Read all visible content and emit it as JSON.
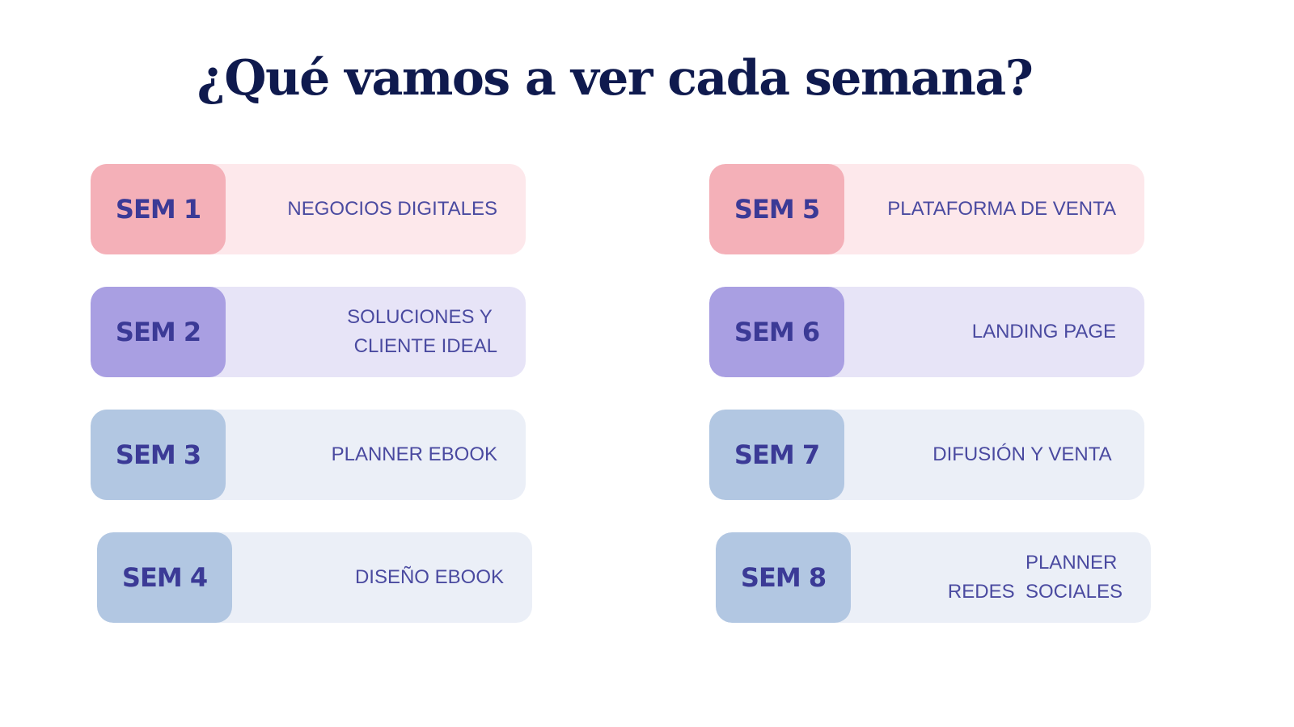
{
  "title": "¿Qué vamos a ver cada semana?",
  "weeks": [
    {
      "tag": "SEM 1",
      "lines": [
        "NEGOCIOS DIGITALES"
      ]
    },
    {
      "tag": "SEM 2",
      "lines": [
        "SOLUCIONES Y ",
        "CLIENTE IDEAL"
      ]
    },
    {
      "tag": "SEM 3",
      "lines": [
        "PLANNER EBOOK"
      ]
    },
    {
      "tag": "SEM 4",
      "lines": [
        "DISEÑO EBOOK"
      ]
    },
    {
      "tag": "SEM 5",
      "lines": [
        "PLATAFORMA DE VENTA"
      ]
    },
    {
      "tag": "SEM 6",
      "lines": [
        "LANDING PAGE"
      ]
    },
    {
      "tag": "SEM 7",
      "lines": [
        "DIFUSIÓN Y VENTA "
      ]
    },
    {
      "tag": "SEM 8",
      "lines": [
        "PLANNER ",
        "REDES  SOCIALES"
      ]
    }
  ],
  "colors": {
    "title": "#0f1a4e",
    "text": "#4a4aa0",
    "pink_tag": "#f4b0b8",
    "pink_bg": "#fde8eb",
    "purple_tag": "#a99fe2",
    "purple_bg": "#e7e4f7",
    "blue_tag": "#b2c7e2",
    "blue_bg": "#ebeff7"
  }
}
